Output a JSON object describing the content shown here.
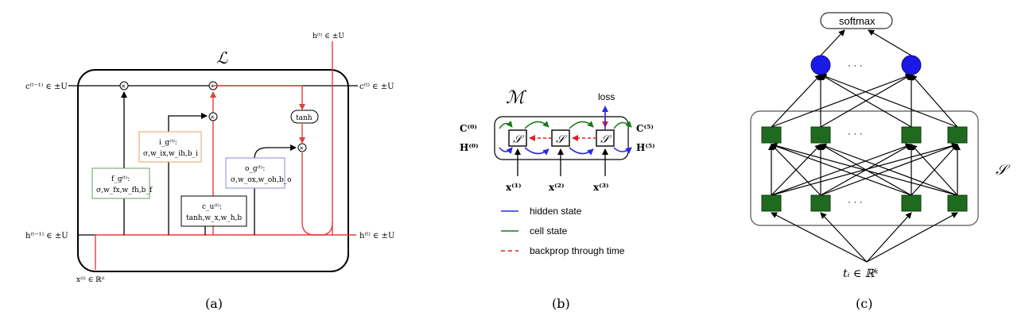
{
  "panel_a": {
    "caption": "(a)",
    "title": "ℒ",
    "c_prev": "c⁽ᵗ⁻¹⁾ ∈ ±U",
    "c_next": "c⁽ᵗ⁾ ∈ ±U",
    "h_prev": "h⁽ᵗ⁻¹⁾ ∈ ±U",
    "h_next": "h⁽ᵗ⁾ ∈ ±U",
    "h_top": "h⁽ᵗ⁾ ∈ ±U",
    "x_in": "x⁽ᵗ⁾ ∈ ℝᵈ",
    "tanh": "tanh",
    "f_gate": {
      "line1": "f_g⁽ᵗ⁾:",
      "line2": "σ,w_fx,w_fh,b_f"
    },
    "i_gate": {
      "line1": "i_g⁽ᵗ⁾:",
      "line2": "σ,w_ix,w_ih,b_i"
    },
    "c_gate": {
      "line1": "c_u⁽ᵗ⁾:",
      "line2": "tanh,w_x,w_h,b"
    },
    "o_gate": {
      "line1": "o_g⁽ᵗ⁾:",
      "line2": "σ,w_ox,w_oh,b_o"
    },
    "colors": {
      "red": "#e0403a",
      "black": "#000000",
      "green": "#6a9a6a",
      "orange": "#e8a060",
      "blue": "#8a8ae0"
    }
  },
  "panel_b": {
    "caption": "(b)",
    "title": "ℳ",
    "loss": "loss",
    "cell": "𝒮",
    "c0": "C⁽⁰⁾",
    "h0": "H⁽⁰⁾",
    "c5": "C⁽⁵⁾",
    "h5": "H⁽⁵⁾",
    "x1": "x⁽¹⁾",
    "x2": "x⁽²⁾",
    "x3": "x⁽³⁾",
    "legend": [
      {
        "label": "hidden state",
        "color": "#2a2ae0",
        "dash": false
      },
      {
        "label": "cell state",
        "color": "#1a7a1a",
        "dash": false
      },
      {
        "label": "backprop through time",
        "color": "#e02020",
        "dash": true
      }
    ]
  },
  "panel_c": {
    "caption": "(c)",
    "softmax": "softmax",
    "dots": "· · ·",
    "s_label": "𝒮",
    "input": "tᵢ ∈ ℝᵏ",
    "colors": {
      "node_green": "#1f6a1f",
      "node_blue": "#1a1ae6"
    }
  }
}
